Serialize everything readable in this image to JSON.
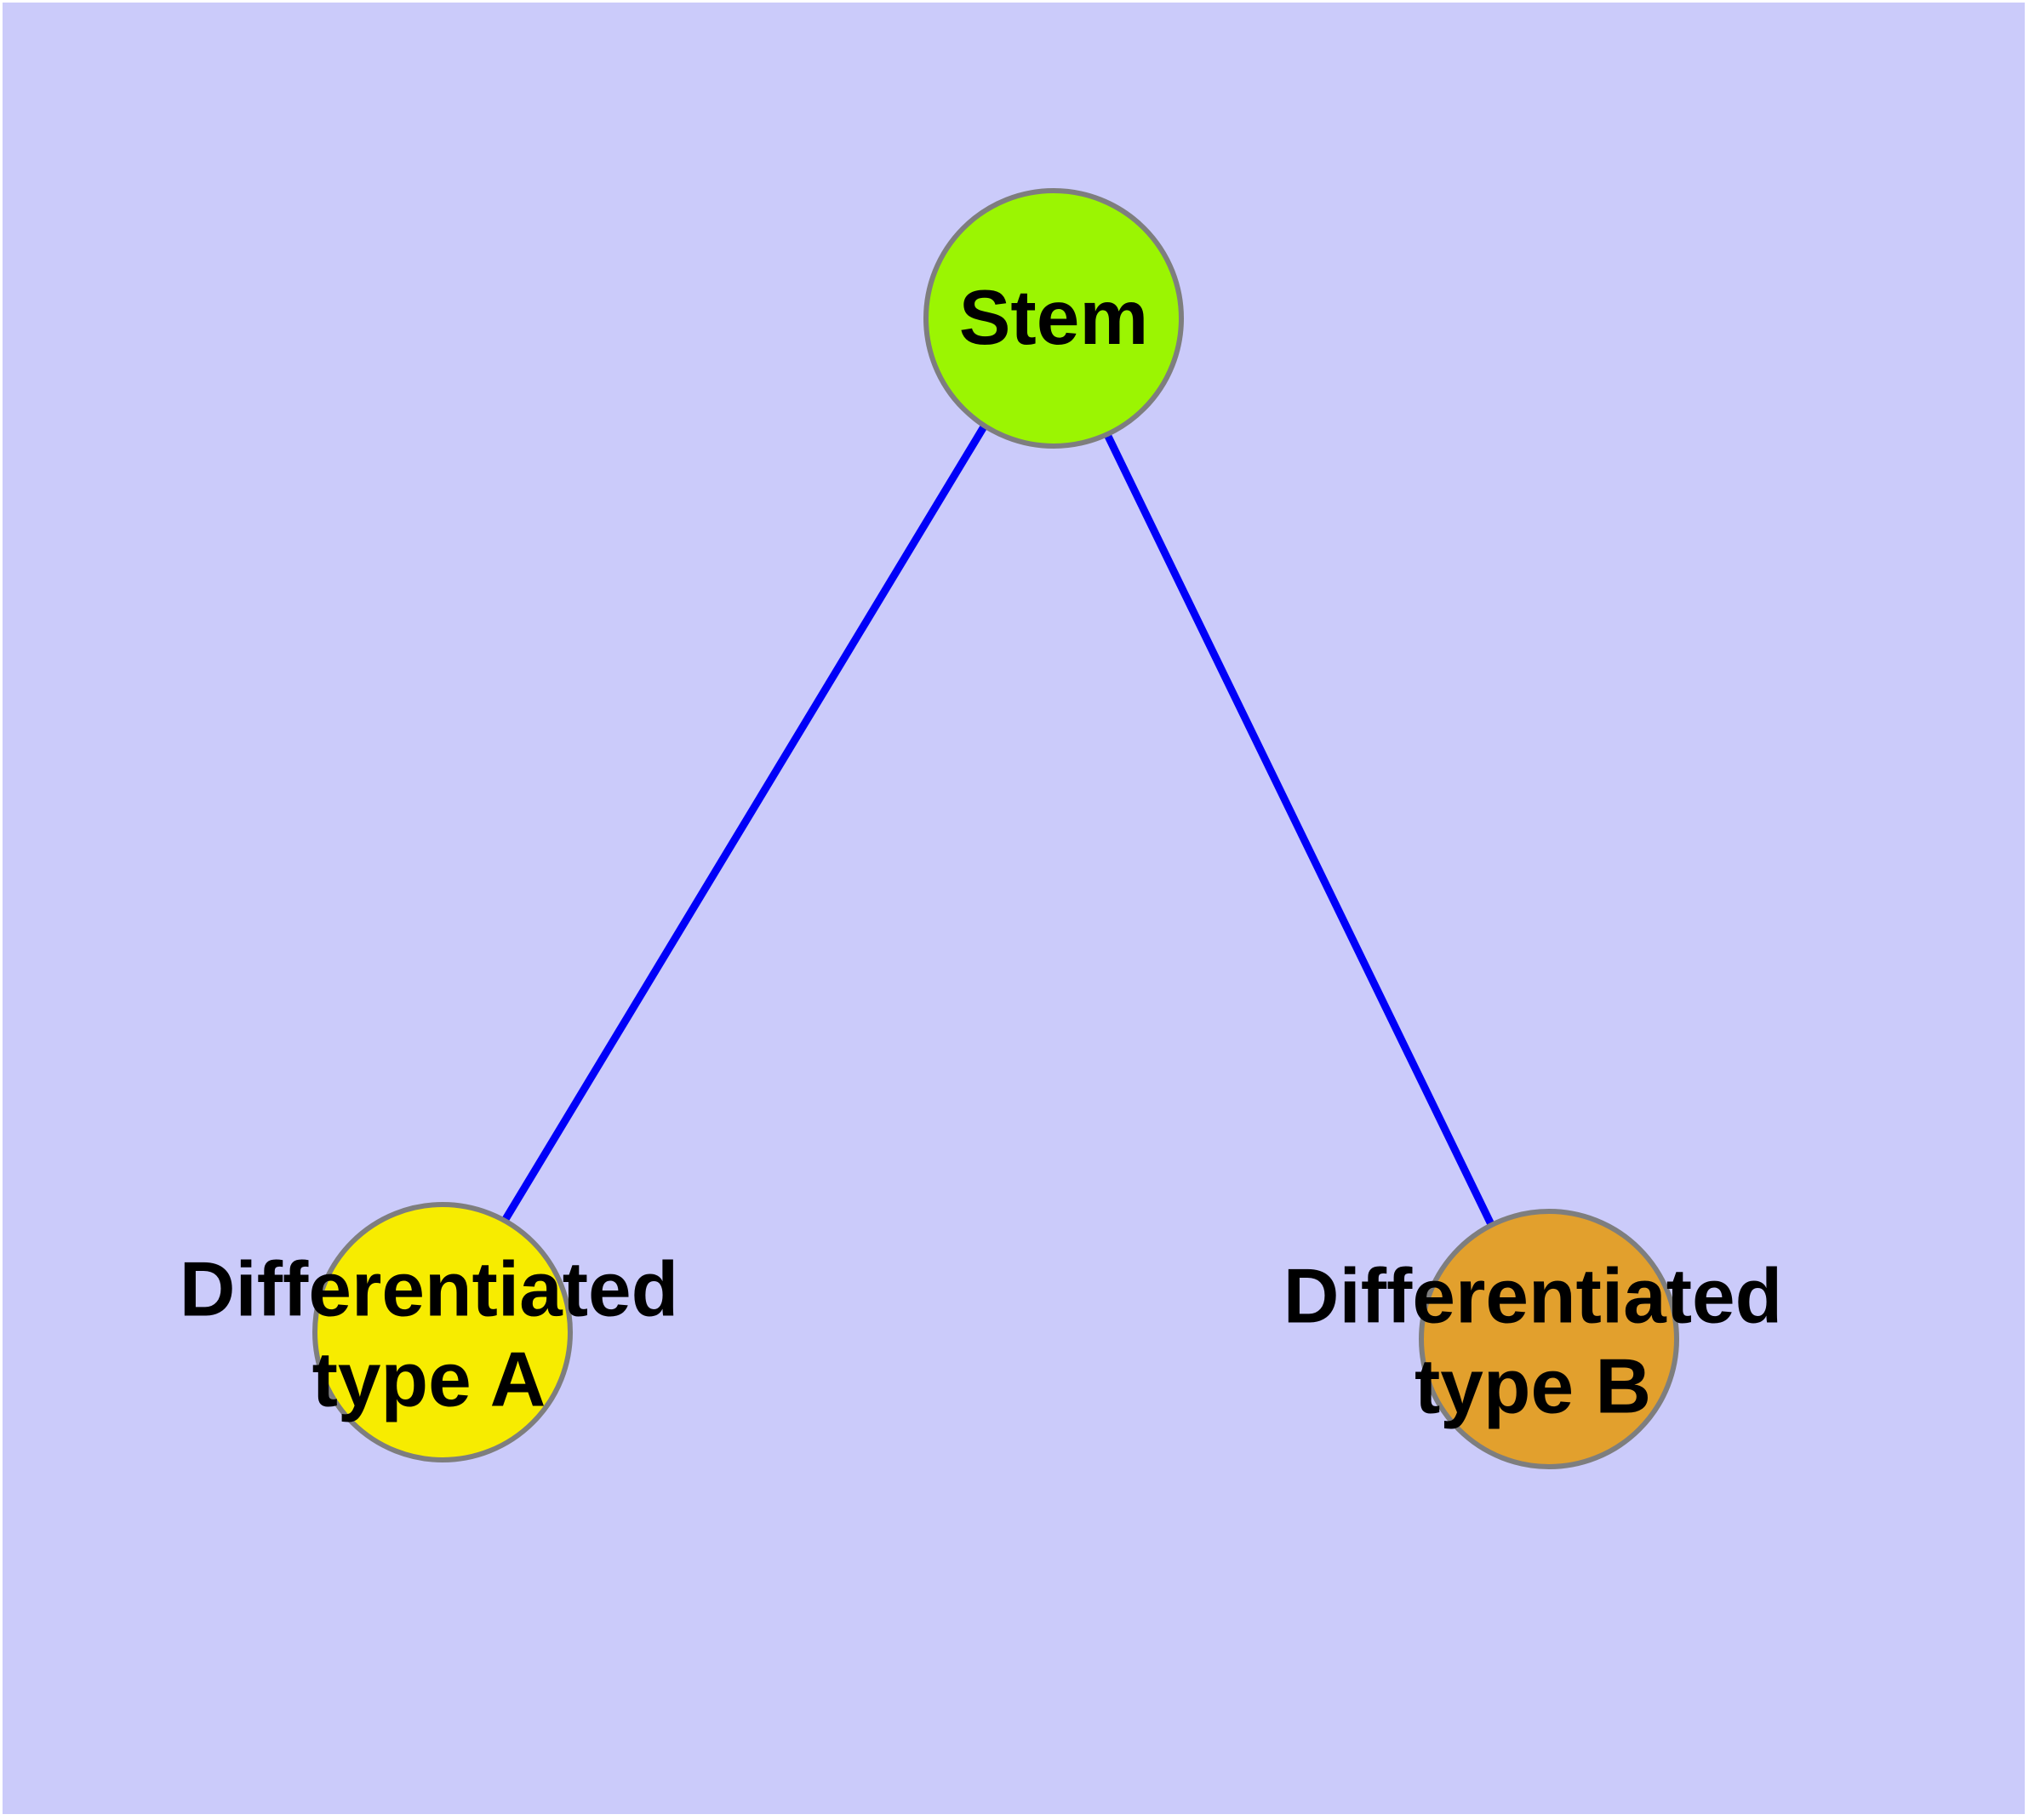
{
  "diagram": {
    "type": "node-link-graph",
    "nodes": [
      {
        "id": "stem",
        "label": "Stem",
        "label_line1": "Stem",
        "label_line2": "",
        "fill": "#9bf502",
        "shape": "circle"
      },
      {
        "id": "type-a",
        "label": "Differentiated type A",
        "label_line1": "Differentiated",
        "label_line2": "type A",
        "fill": "#f7ec00",
        "shape": "circle"
      },
      {
        "id": "type-b",
        "label": "Differentiated type B",
        "label_line1": "Differentiated",
        "label_line2": "type B",
        "fill": "#e2a02d",
        "shape": "circle"
      }
    ],
    "edges": [
      {
        "from": "Stem",
        "to": "Differentiated type A"
      },
      {
        "from": "Stem",
        "to": "Differentiated type B"
      }
    ]
  },
  "colors": {
    "background": "#cbcbfa",
    "frame": "#ffffff",
    "node_border": "#7e7e7e",
    "edge": "#0000f8",
    "text": "#000000"
  }
}
